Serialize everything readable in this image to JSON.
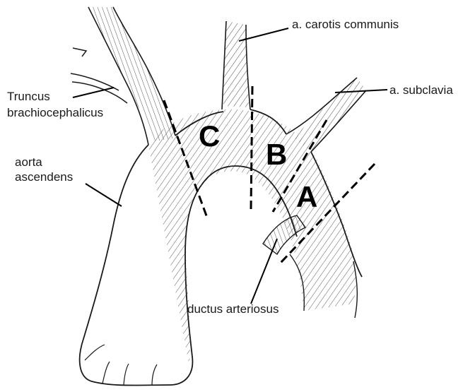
{
  "labels": {
    "carotis": "a. carotis communis",
    "subclavia": "a. subclavia",
    "truncus_line1": "Truncus",
    "truncus_line2": "brachiocephalicus",
    "aorta_line1": "aorta",
    "aorta_line2": "ascendens",
    "ductus": "ductus arteriosus"
  },
  "segments": {
    "a": "A",
    "b": "B",
    "c": "C"
  },
  "colors": {
    "ink": "#1a1a1a",
    "hatch": "#555555",
    "background": "#ffffff"
  }
}
